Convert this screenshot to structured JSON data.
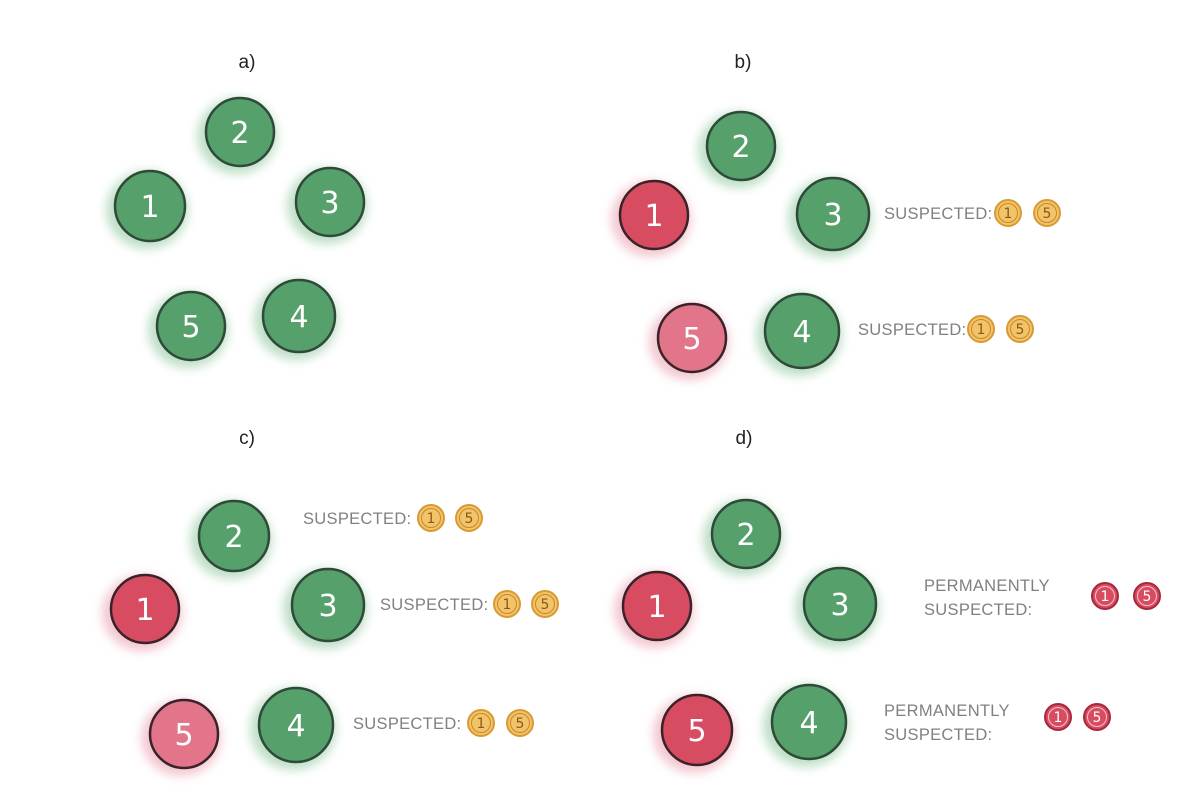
{
  "colors": {
    "healthy_fill": "#55a06b",
    "healthy_stroke": "#2f4a38",
    "healthy_halo": "#a9d4b4",
    "faulty_fill": "#d84c62",
    "faulty_light_fill": "#e3758a",
    "faulty_stroke": "#3a2328",
    "faulty_halo": "#efb5c1",
    "suspect_badge_fill": "#f2c46a",
    "suspect_badge_stroke": "#d99a32",
    "suspect_badge_text": "#8a5a12",
    "perm_badge_fill": "#d84c62",
    "perm_badge_stroke": "#a8283c",
    "perm_badge_text": "#ffffff"
  },
  "panels": [
    {
      "label": "a)",
      "nodes": [
        {
          "id": "1",
          "state": "healthy"
        },
        {
          "id": "2",
          "state": "healthy"
        },
        {
          "id": "3",
          "state": "healthy"
        },
        {
          "id": "4",
          "state": "healthy"
        },
        {
          "id": "5",
          "state": "healthy"
        }
      ],
      "annotations": []
    },
    {
      "label": "b)",
      "nodes": [
        {
          "id": "1",
          "state": "faulty"
        },
        {
          "id": "2",
          "state": "healthy"
        },
        {
          "id": "3",
          "state": "healthy"
        },
        {
          "id": "4",
          "state": "healthy"
        },
        {
          "id": "5",
          "state": "faulty"
        }
      ],
      "annotations": [
        {
          "node": "3",
          "kind": "suspected",
          "lines": [
            "SUSPECTED:"
          ],
          "ids": [
            "1",
            "5"
          ]
        },
        {
          "node": "4",
          "kind": "suspected",
          "lines": [
            "SUSPECTED:"
          ],
          "ids": [
            "1",
            "5"
          ]
        }
      ]
    },
    {
      "label": "c)",
      "nodes": [
        {
          "id": "1",
          "state": "faulty"
        },
        {
          "id": "2",
          "state": "healthy"
        },
        {
          "id": "3",
          "state": "healthy"
        },
        {
          "id": "4",
          "state": "healthy"
        },
        {
          "id": "5",
          "state": "faulty"
        }
      ],
      "annotations": [
        {
          "node": "2",
          "kind": "suspected",
          "lines": [
            "SUSPECTED:"
          ],
          "ids": [
            "1",
            "5"
          ]
        },
        {
          "node": "3",
          "kind": "suspected",
          "lines": [
            "SUSPECTED:"
          ],
          "ids": [
            "1",
            "5"
          ]
        },
        {
          "node": "4",
          "kind": "suspected",
          "lines": [
            "SUSPECTED:"
          ],
          "ids": [
            "1",
            "5"
          ]
        }
      ]
    },
    {
      "label": "d)",
      "nodes": [
        {
          "id": "1",
          "state": "faulty"
        },
        {
          "id": "2",
          "state": "healthy"
        },
        {
          "id": "3",
          "state": "healthy"
        },
        {
          "id": "4",
          "state": "healthy"
        },
        {
          "id": "5",
          "state": "faulty"
        }
      ],
      "annotations": [
        {
          "node": "3",
          "kind": "permanent",
          "lines": [
            "PERMANENTLY",
            "SUSPECTED:"
          ],
          "ids": [
            "1",
            "5"
          ]
        },
        {
          "node": "4",
          "kind": "permanent",
          "lines": [
            "PERMANENTLY",
            "SUSPECTED:"
          ],
          "ids": [
            "1",
            "5"
          ]
        }
      ]
    }
  ]
}
